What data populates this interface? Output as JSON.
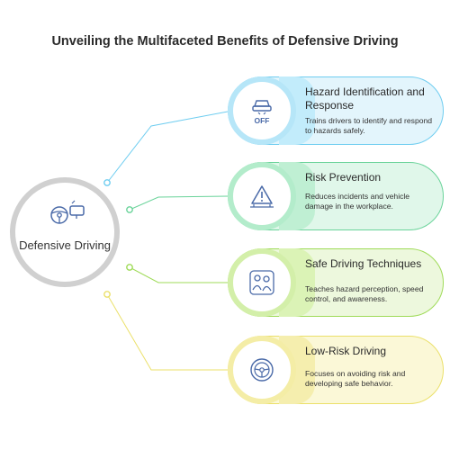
{
  "title": "Unveiling the Multifaceted Benefits of Defensive Driving",
  "hub": {
    "label": "Defensive Driving",
    "icon": "steering-wheel-mirror-icon"
  },
  "cards": [
    {
      "title": "Hazard Identification and Response",
      "description": "Trains drivers to identify and respond to hazards safely.",
      "icon": "car-off-icon",
      "icon_text": "OFF",
      "color": "#6fcdf0"
    },
    {
      "title": "Risk Prevention",
      "description": "Reduces incidents and vehicle damage in the workplace.",
      "icon": "warning-triangle-icon",
      "color": "#6ad39a"
    },
    {
      "title": "Safe Driving Techniques",
      "description": "Teaches hazard perception, speed control, and awareness.",
      "icon": "driver-passenger-icon",
      "color": "#9fdb58"
    },
    {
      "title": "Low-Risk Driving",
      "description": "Focuses on avoiding risk and developing safe behavior.",
      "icon": "steering-wheel-icon",
      "color": "#ebe06a"
    }
  ]
}
